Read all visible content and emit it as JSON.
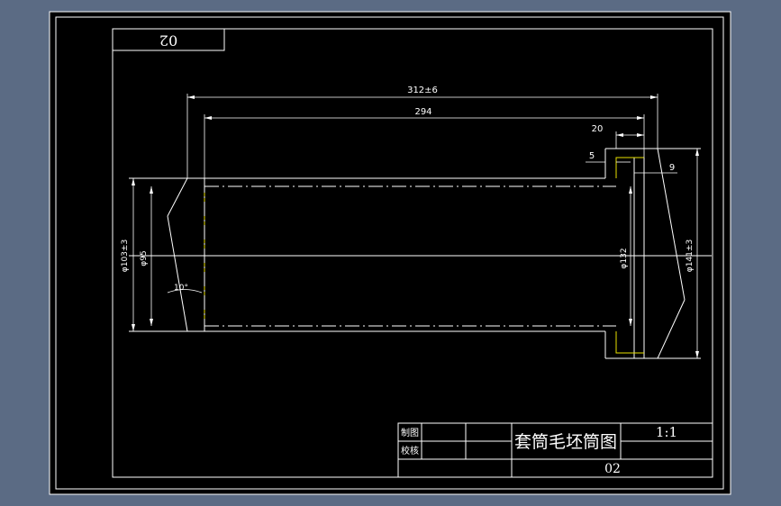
{
  "drawing": {
    "corner_tag": "02",
    "dimensions": {
      "overall_length": "312±6",
      "inner_length": "294",
      "flange_width": "20",
      "flange_step": "5",
      "flange_thickness": "9",
      "outer_diameter_left": "φ103±3",
      "bore_diameter": "φ95",
      "diameter_right": "φ132",
      "flange_diameter": "φ141±3",
      "chamfer_angle": "10°"
    },
    "title_block": {
      "drawn_label": "制图",
      "checked_label": "校核",
      "title": "套筒毛坯筒图",
      "scale": "1:1",
      "drawing_number": "02"
    }
  },
  "colors": {
    "background": "#5b6b84",
    "sheet": "#000000",
    "line": "#ffffff",
    "highlight": "#e8e000"
  }
}
